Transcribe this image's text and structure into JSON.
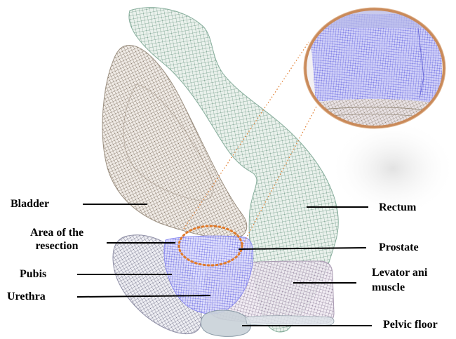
{
  "labels": {
    "bladder": "Bladder",
    "area_line1": "Area of the",
    "area_line2": "resection",
    "pubis": "Pubis",
    "urethra": "Urethra",
    "rectum": "Rectum",
    "prostate": "Prostate",
    "levator_line1": "Levator ani",
    "levator_line2": "muscle",
    "pelvic_floor": "Pelvic floor"
  },
  "colors": {
    "bladder": "#a89c8c",
    "rectum": "#9ec4b2",
    "prostate": "#8c8cf0",
    "pubis": "#8f8fa6",
    "levator": "#a99ab2",
    "pelvic_floor": "#8a9aa6",
    "callout_outline": "#e07a2a",
    "leader": "#000000"
  }
}
